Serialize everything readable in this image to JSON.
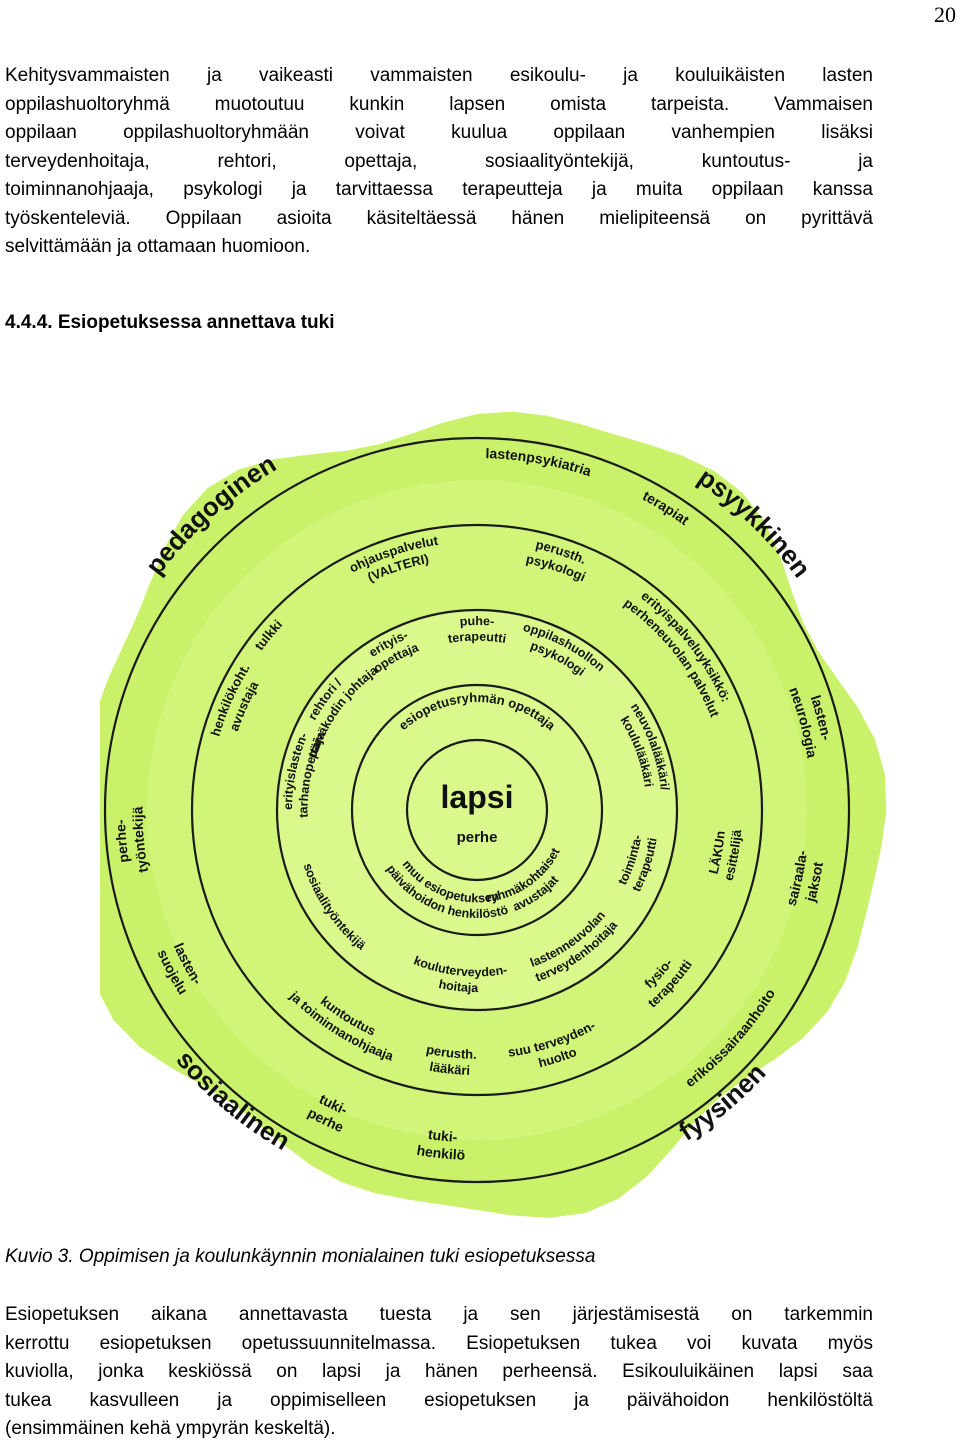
{
  "page": {
    "number": "20"
  },
  "intro_lines": [
    "Kehitysvammaisten ja vaikeasti vammaisten esikoulu- ja kouluikäisten lasten",
    "oppilashuoltoryhmä muotoutuu kunkin lapsen omista tarpeista. Vammaisen",
    "oppilaan oppilashuoltoryhmään voivat kuulua oppilaan vanhempien lisäksi",
    "terveydenhoitaja, rehtori, opettaja, sosiaalityöntekijä, kuntoutus- ja",
    "toiminnanohjaaja, psykologi ja tarvittaessa terapeutteja ja muita oppilaan kanssa",
    "työskenteleviä. Oppilaan asioita käsiteltäessä hänen mielipiteensä on pyrittävä",
    "selvittämään ja ottamaan huomioon."
  ],
  "heading": "4.4.4. Esiopetuksessa annettava tuki",
  "figure": {
    "background_color": "#c9f26a",
    "center": {
      "title": "lapsi",
      "subtitle": "perhe"
    },
    "ring1": {
      "labels": [
        "esiopetusryhmän opettaja"
      ],
      "lines": [
        [
          "muu esiopetuksen",
          "päivähoidon henkilöstö"
        ],
        [
          "ryhmäkohtaiset",
          "avustajat"
        ]
      ]
    },
    "ring2": {
      "items": [
        [
          "erityis-",
          "opettaja"
        ],
        [
          "puhe-",
          "terapeutti"
        ],
        [
          "oppilashuollon",
          "psykologi"
        ],
        [
          "neuvolalääkäri/",
          "koululääkäri"
        ],
        [
          "toiminta-",
          "terapeutti"
        ],
        [
          "lastenneuvolan",
          "terveydenhoitaja"
        ],
        [
          "kouluterveyden-",
          "hoitaja"
        ],
        [
          "sosiaalityöntekijä"
        ],
        [
          "erityislasten-",
          "tarhanopettaja"
        ],
        [
          "rehtori /",
          "päiväkodin johtaja"
        ]
      ]
    },
    "ring3": {
      "items": [
        [
          "ohjauspalvelut",
          "(VALTERI)"
        ],
        [
          "perusth.",
          "psykologi"
        ],
        [
          "erityispalveluyksikkö:",
          "perheneuvolan palvelut"
        ],
        [
          "LÄKUn",
          "esittelijä"
        ],
        [
          "fysio-",
          "terapeutti"
        ],
        [
          "suu terveyden-",
          "huolto"
        ],
        [
          "perusth.",
          "lääkäri"
        ],
        [
          "kuntoutus",
          "ja toiminnanohjaaja"
        ],
        [
          "tulkki"
        ],
        [
          "henkilökoht.",
          "avustaja"
        ]
      ]
    },
    "ring4": {
      "items": [
        [
          "lastenpsykiatria"
        ],
        [
          "terapiat"
        ],
        [
          "lasten-",
          "neurologia"
        ],
        [
          "sairaala-",
          "jaksot"
        ],
        [
          "erikoissairaanhoito"
        ],
        [
          "tuki-",
          "henkilö"
        ],
        [
          "tuki-",
          "perhe"
        ],
        [
          "lasten-",
          "suojelu"
        ],
        [
          "perhe-",
          "työntekijä"
        ]
      ]
    },
    "corners": {
      "top_left": "pedagoginen",
      "top_right": "psyykkinen",
      "bottom_left": "sosiaalinen",
      "bottom_right": "fyysinen"
    }
  },
  "caption": "Kuvio 3. Oppimisen ja koulunkäynnin monialainen tuki esiopetuksessa",
  "outro_lines": [
    "Esiopetuksen aikana annettavasta tuesta ja sen järjestämisestä on tarkemmin",
    "kerrottu esiopetuksen opetussuunnitelmassa. Esiopetuksen tukea voi kuvata myös",
    "kuviolla, jonka keskiössä on lapsi ja hänen perheensä. Esikouluikäinen lapsi saa",
    "tukea kasvulleen ja oppimiselleen esiopetuksen ja päivähoidon henkilöstöltä",
    "(ensimmäinen kehä ympyrän keskeltä)."
  ]
}
